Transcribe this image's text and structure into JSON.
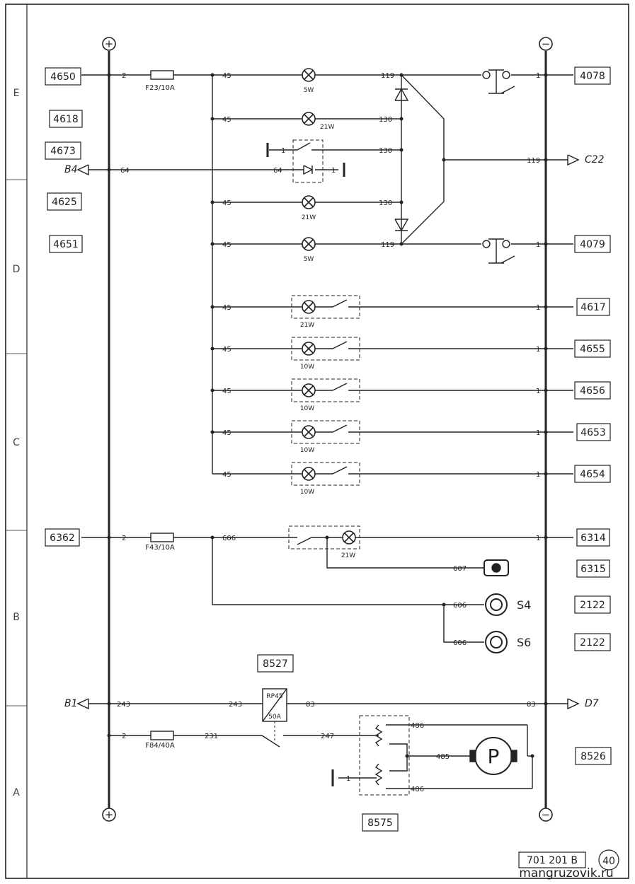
{
  "sections": [
    "E",
    "D",
    "C",
    "B",
    "A"
  ],
  "bus": {
    "positive": "+",
    "negative": "−"
  },
  "left_boxes": [
    "4650",
    "4618",
    "4673",
    "4625",
    "4651",
    "6362"
  ],
  "right_boxes": [
    "4078",
    "4079",
    "4617",
    "4655",
    "4656",
    "4653",
    "4654",
    "6314",
    "6315",
    "2122",
    "2122",
    "8526"
  ],
  "bottom_boxes": {
    "relay_ref": "8527",
    "resistor_ref": "8575"
  },
  "fuses": {
    "f23": "F23/10A",
    "f43": "F43/10A",
    "f84": "F84/40A"
  },
  "wires": {
    "w2": "2",
    "w45": "45",
    "w119": "119",
    "w130": "130",
    "w64": "64",
    "w1": "1",
    "w606": "606",
    "w607": "607",
    "w243": "243",
    "w83": "83",
    "w231": "231",
    "w247": "247",
    "w485": "485",
    "w486": "486"
  },
  "lamp_ratings": {
    "r5": "5W",
    "r21": "21W",
    "r10": "10W"
  },
  "relay": {
    "type": "RP45",
    "rating": "50A"
  },
  "motor_label": "P",
  "connectors": {
    "b4": "B4",
    "c22": "C22",
    "b1": "B1",
    "d7": "D7"
  },
  "switch_labels": {
    "s4": "S4",
    "s6": "S6"
  },
  "footer": {
    "doc_code": "701 201 B",
    "page": "40"
  },
  "watermark": "mangruzovik.ru"
}
